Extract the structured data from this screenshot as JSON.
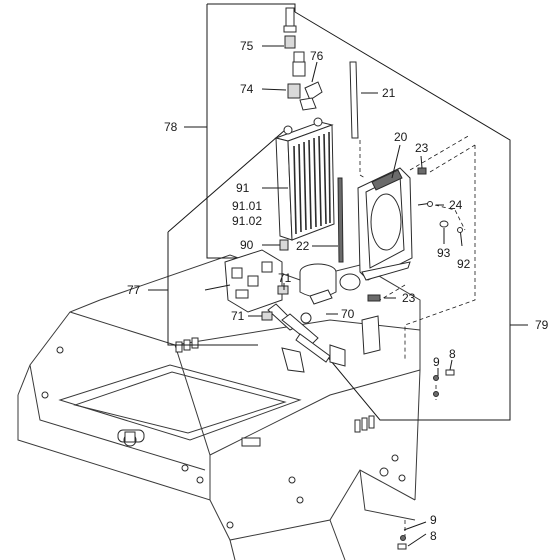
{
  "callouts": {
    "c75": "75",
    "c76": "76",
    "c74": "74",
    "c21": "21",
    "c78": "78",
    "c20": "20",
    "c23a": "23",
    "c91": "91",
    "c9101": "91.01",
    "c9102": "91.02",
    "c24": "24",
    "c90": "90",
    "c22": "22",
    "c93": "93",
    "c92": "92",
    "c77": "77",
    "c71a": "71",
    "c23b": "23",
    "c71b": "71",
    "c70": "70",
    "c79": "79",
    "c9a": "9",
    "c8a": "8",
    "c9b": "9",
    "c8b": "8"
  }
}
